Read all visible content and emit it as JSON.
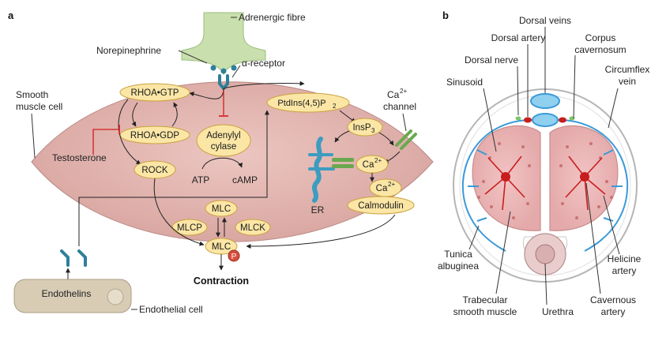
{
  "panel_a": {
    "letter": "a",
    "adrenergic_fibre": "Adrenergic fibre",
    "norepinephrine": "Norepinephrine",
    "alpha_receptor": "α-receptor",
    "smooth_muscle_cell": [
      "Smooth",
      "muscle cell"
    ],
    "rhoa_gtp": "RHOA•GTP",
    "rhoa_gdp": "RHOA•GDP",
    "testosterone": "Testosterone",
    "rock": "ROCK",
    "adenylyl_cyclase": [
      "Adenylyl",
      "cylase"
    ],
    "atp": "ATP",
    "camp": "cAMP",
    "ptdins": "PtdIns(4,5)P",
    "ptdins_sub": "2",
    "insp": "InsP",
    "insp_sub": "3",
    "ca_channel": [
      "Ca",
      "2+",
      "channel"
    ],
    "ca": "Ca",
    "ca_sup": "2+",
    "er": "ER",
    "calmodulin": "Calmodulin",
    "mlc": "MLC",
    "mlcp": "MLCP",
    "mlck": "MLCK",
    "phospho": "P",
    "contraction": "Contraction",
    "endothelins": "Endothelins",
    "endothelial_cell": "Endothelial cell"
  },
  "panel_b": {
    "letter": "b",
    "dorsal_veins": "Dorsal veins",
    "dorsal_artery": "Dorsal artery",
    "corpus_cavernosum": [
      "Corpus",
      "cavernosum"
    ],
    "dorsal_nerve": "Dorsal nerve",
    "sinusoid": "Sinusoid",
    "circumflex_vein": [
      "Circumflex",
      "vein"
    ],
    "tunica_albuginea": [
      "Tunica",
      "albuginea"
    ],
    "helicine_artery": [
      "Helicine",
      "artery"
    ],
    "trabecular_smooth_muscle": [
      "Trabecular",
      "smooth  muscle"
    ],
    "urethra": "Urethra",
    "cavernous_artery": [
      "Cavernous",
      "artery"
    ]
  },
  "colors": {
    "cell_fill": "#e2b5b0",
    "node_fill": "#fbe6a6",
    "node_stroke": "#c9a23c",
    "fibre_fill": "#c9dfae",
    "receptor": "#2e7f99",
    "inhibit": "#d21c1c",
    "endothelial_fill": "#d8ccb5",
    "vein_blue": "#3a9ad9",
    "artery_red": "#c81e1e"
  }
}
